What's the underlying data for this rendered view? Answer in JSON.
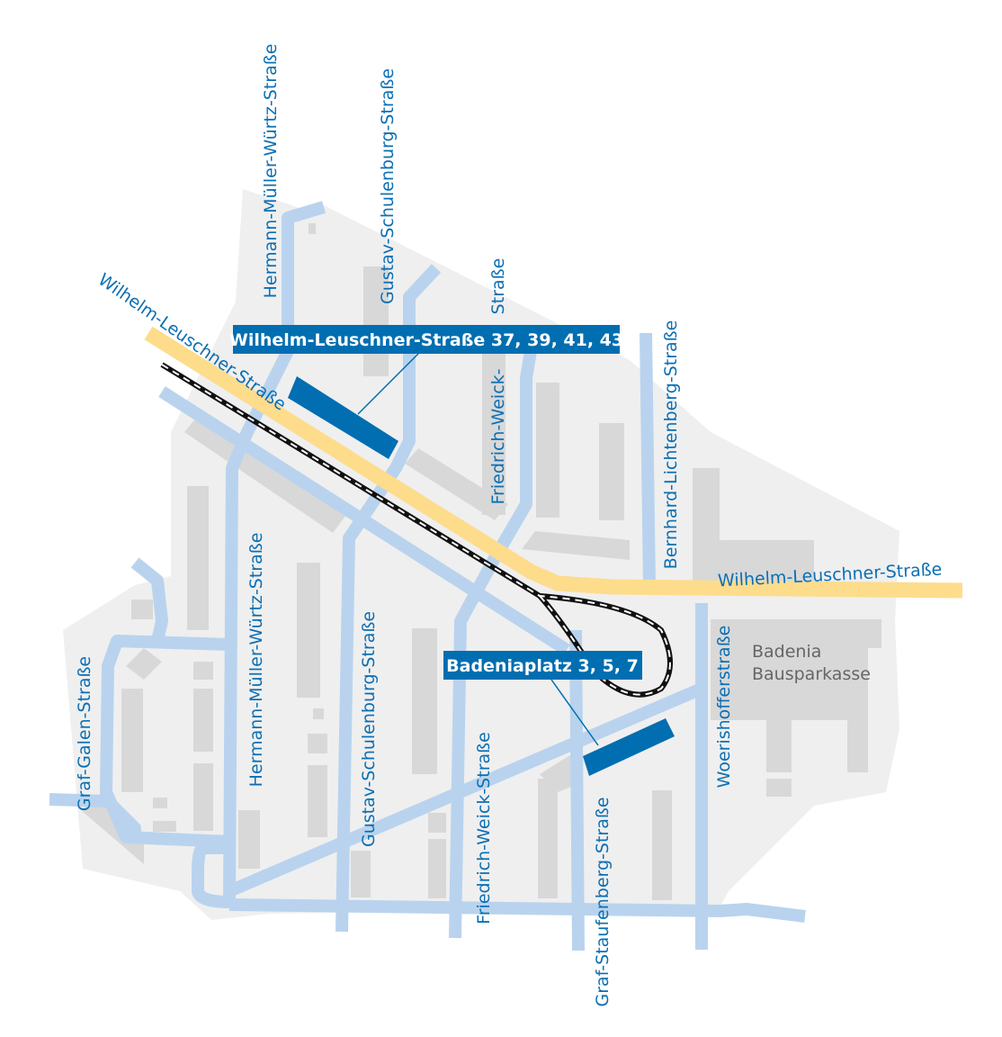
{
  "colors": {
    "area": "#efefef",
    "building": "#d8d8d8",
    "street": "#b9d3ee",
    "main_road": "#fddc8c",
    "highlight": "#006eb0",
    "label_text": "#0b6fb3"
  },
  "locations": [
    {
      "label": "Wilhelm-Leuschner-Straße 37, 39, 41, 43"
    },
    {
      "label": "Badeniaplatz 3, 5, 7"
    }
  ],
  "landmark": {
    "line1": "Badenia",
    "line2": "Bausparkasse"
  },
  "streets": {
    "wls_diag": "Wilhelm-Leuschner-Straße",
    "wls_east": "Wilhelm-Leuschner-Straße",
    "hmw_north": "Hermann-Müller-Würtz-Straße",
    "hmw_south": "Hermann-Müller-Würtz-Straße",
    "gs_north": "Gustav-Schulenburg-Straße",
    "gs_south": "Gustav-Schulenburg-Straße",
    "fw_north_a": "Friedrich-Weick-",
    "fw_north_b": "Straße",
    "fw_south": "Friedrich-Weick-Straße",
    "bl": "Bernhard-Lichtenberg-Straße",
    "woe": "Woerishofferstraße",
    "gst": "Graf-Staufenberg-Straße",
    "gg": "Graf-Galen-Straße"
  }
}
